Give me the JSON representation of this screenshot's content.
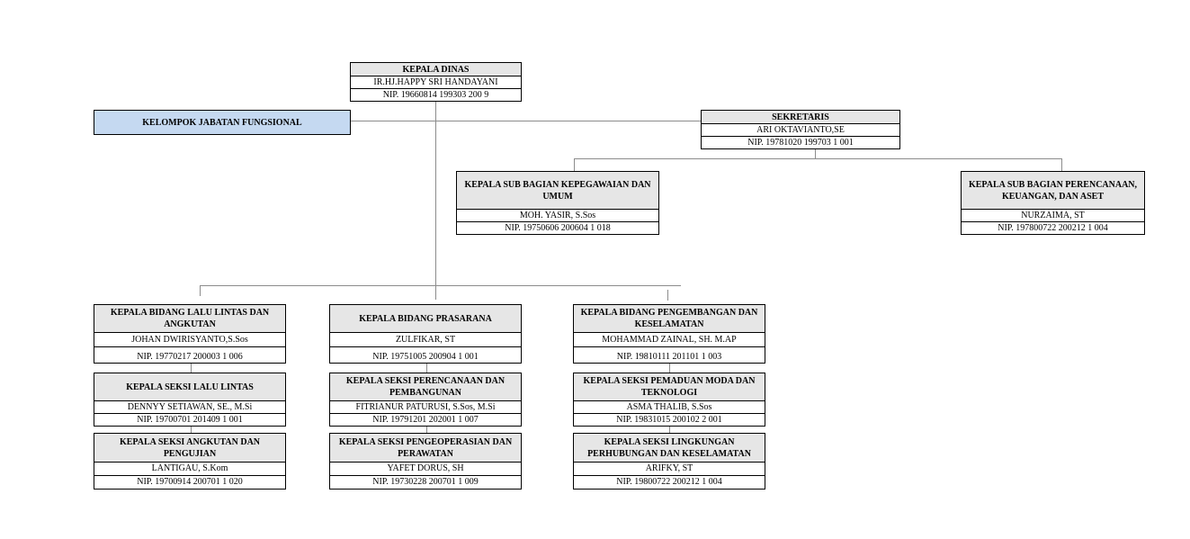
{
  "kepala_dinas": {
    "title": "KEPALA DINAS",
    "name": "IR.HJ.HAPPY SRI HANDAYANI",
    "nip": "NIP. 19660814 199303 200 9"
  },
  "fungsional": {
    "title": "KELOMPOK JABATAN FUNGSIONAL"
  },
  "sekretaris": {
    "title": "SEKRETARIS",
    "name": "ARI OKTAVIANTO,SE",
    "nip": "NIP. 19781020 199703 1 001"
  },
  "subbag_kepegawaian": {
    "title": "KEPALA SUB BAGIAN KEPEGAWAIAN DAN UMUM",
    "name": "MOH. YASIR, S.Sos",
    "nip": "NIP. 19750606 200604 1 018"
  },
  "subbag_perencanaan": {
    "title": "KEPALA SUB BAGIAN PERENCANAAN, KEUANGAN, DAN ASET",
    "name": "NURZAIMA, ST",
    "nip": "NIP. 197800722 200212 1 004"
  },
  "bidang_lalin": {
    "title": "KEPALA BIDANG LALU LINTAS DAN ANGKUTAN",
    "name": "JOHAN DWIRISYANTO,S.Sos",
    "nip": "NIP. 19770217 200003 1 006"
  },
  "bidang_prasarana": {
    "title": "KEPALA BIDANG  PRASARANA",
    "name": "ZULFIKAR, ST",
    "nip": "NIP. 19751005 200904 1 001"
  },
  "bidang_pengembangan": {
    "title": "KEPALA BIDANG PENGEMBANGAN DAN KESELAMATAN",
    "name": "MOHAMMAD  ZAINAL, SH. M.AP",
    "nip": "NIP. 19810111 201101 1 003"
  },
  "seksi_lalin": {
    "title": "KEPALA SEKSI LALU LINTAS",
    "name": "DENNYY SETIAWAN, SE., M.Si",
    "nip": "NIP. 19700701 201409 1 001"
  },
  "seksi_perencanaan": {
    "title": "KEPALA SEKSI PERENCANAAN DAN PEMBANGUNAN",
    "name": "FITRIANUR PATURUSI, S.Sos, M.Si",
    "nip": "NIP. 19791201 202001 1 007"
  },
  "seksi_pemaduan": {
    "title": "KEPALA SEKSI PEMADUAN MODA DAN TEKNOLOGI",
    "name": "ASMA THALIB, S.Sos",
    "nip": "NIP. 19831015 200102 2 001"
  },
  "seksi_angkutan": {
    "title": "KEPALA SEKSI ANGKUTAN DAN PENGUJIAN",
    "name": "LANTIGAU, S.Kom",
    "nip": "NIP. 19700914 200701 1 020"
  },
  "seksi_pengoperasian": {
    "title": "KEPALA SEKSI PENGEOPERASIAN DAN PERAWATAN",
    "name": "YAFET DORUS, SH",
    "nip": "NIP. 19730228 200701 1 009"
  },
  "seksi_lingkungan": {
    "title": "KEPALA SEKSI LINGKUNGAN PERHUBUNGAN DAN KESELAMATAN",
    "name": "ARIFKY, ST",
    "nip": "NIP. 19800722 200212 1 004"
  }
}
